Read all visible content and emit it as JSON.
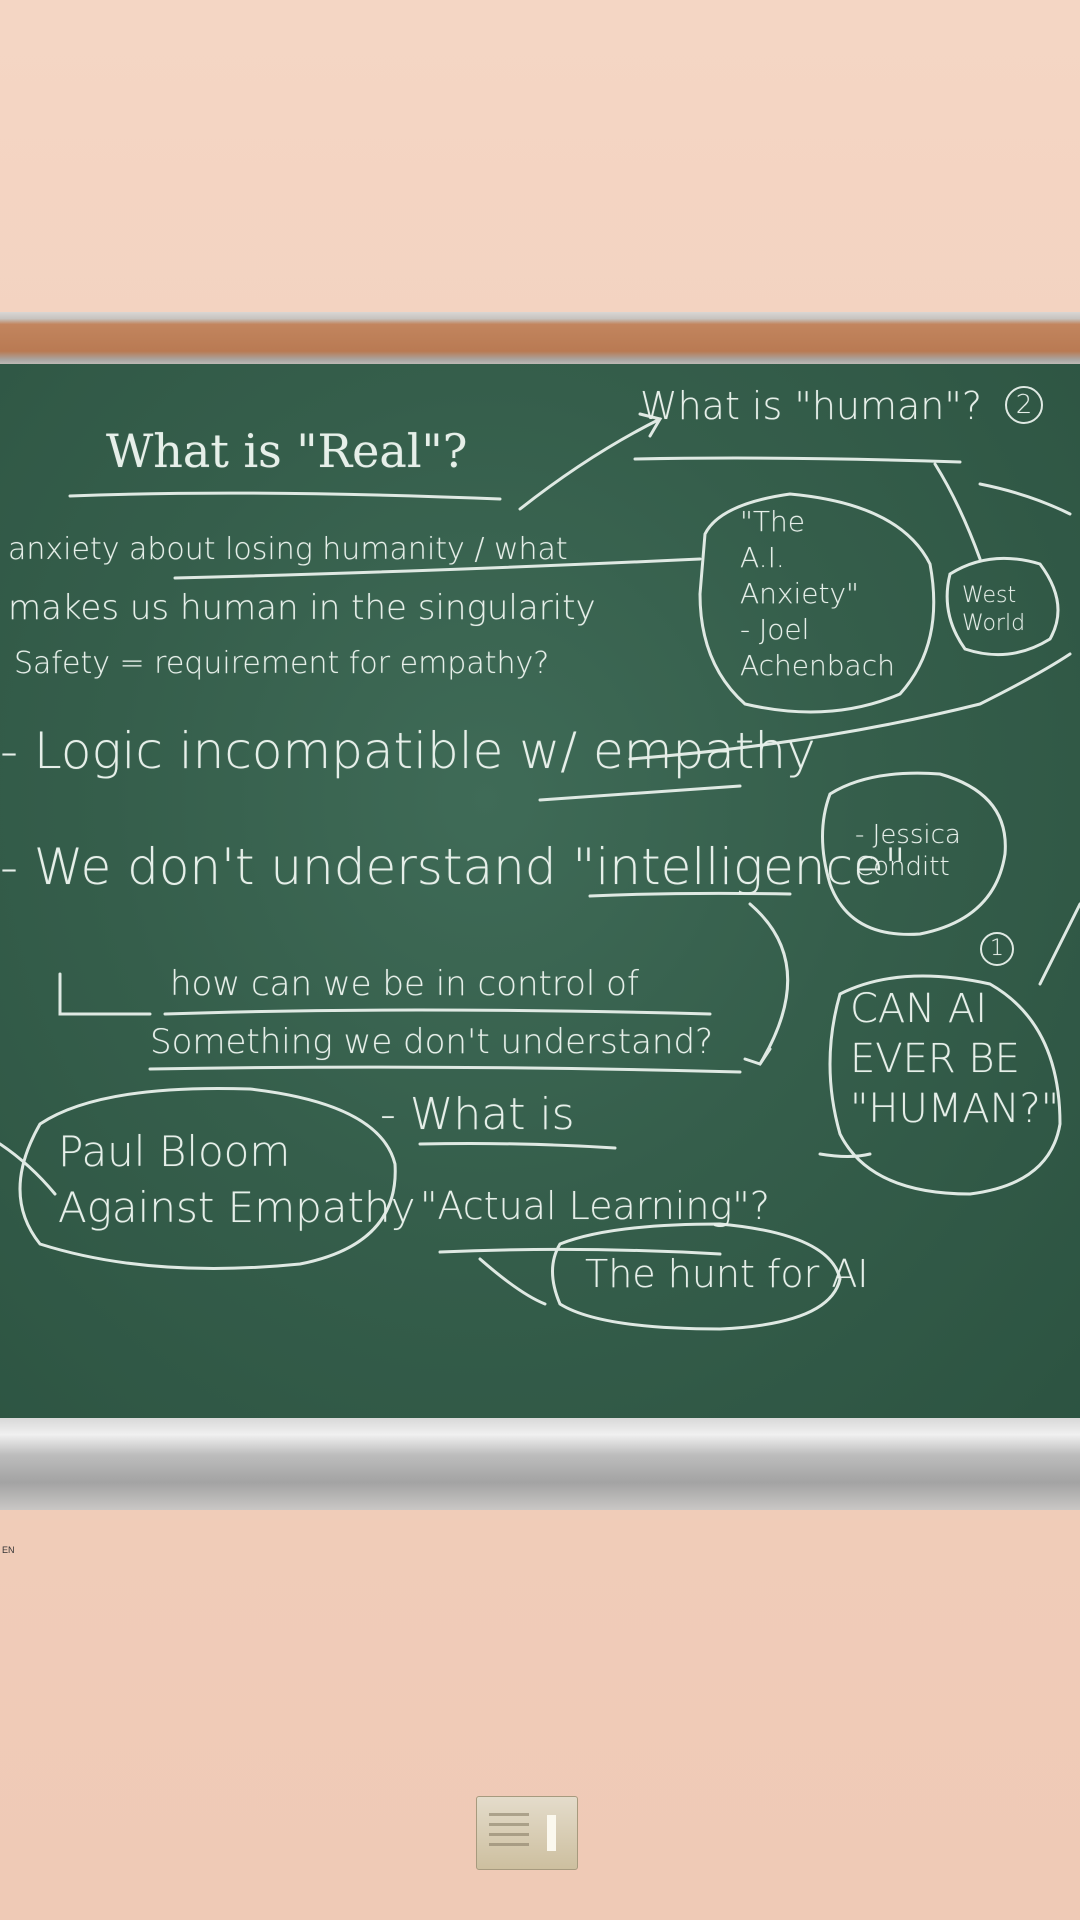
{
  "board": {
    "heading": "What is \"Real\"?",
    "line1": "anxiety about losing humanity / what",
    "line2": "makes us human in the singularity",
    "line3": "Safety = requirement for empathy?",
    "line4": "- Logic incompatible w/ empathy",
    "line5": "- We don't understand \"intelligence\"",
    "line6": "how can we be in control of",
    "line7": "Something we don't understand?",
    "line8": "- What is",
    "line9": "\"Actual Learning\"?",
    "human_q": "What is \"human\"?",
    "circle2": "2",
    "circle1": "1",
    "ai_anxiety": [
      "\"The",
      "A.I.",
      "Anxiety\"",
      "- Joel",
      "Achenbach"
    ],
    "westworld": [
      "West",
      "World"
    ],
    "jessica": [
      "- Jessica",
      "Conditt"
    ],
    "can_ai": [
      "CAN AI",
      "EVER BE",
      "\"HUMAN?\""
    ],
    "paul_bloom": [
      "Paul Bloom",
      "Against Empathy"
    ],
    "hunt": "The hunt for AI"
  },
  "wall_label": "EN"
}
